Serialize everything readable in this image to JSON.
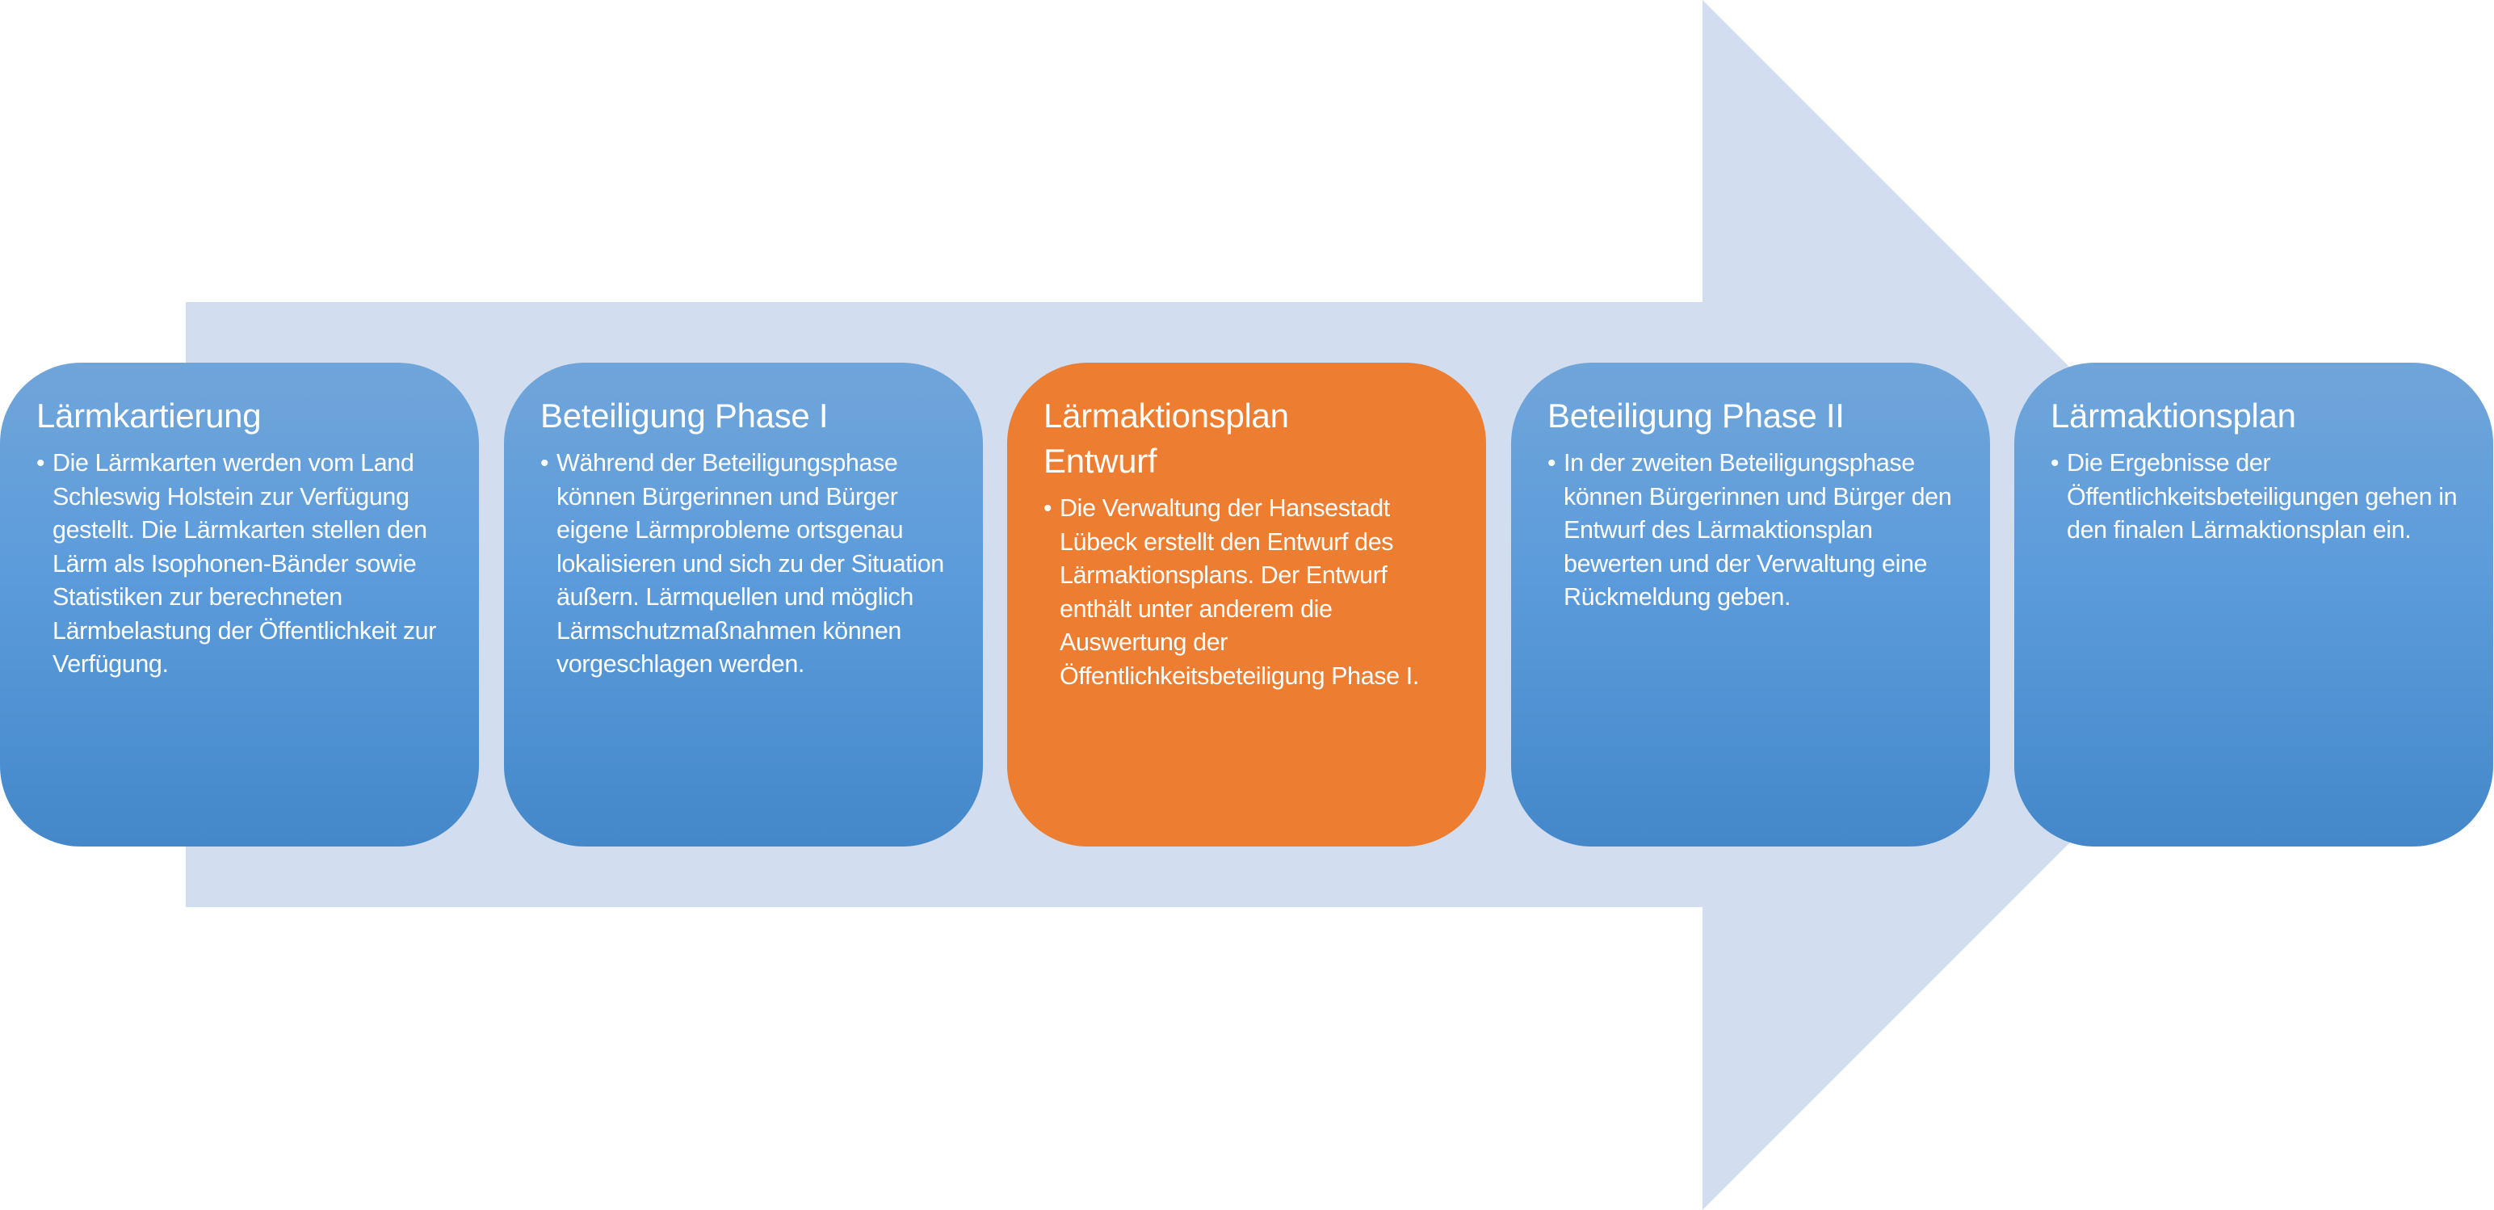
{
  "diagram": {
    "type": "process-arrow",
    "colors": {
      "arrow": "#d2deef",
      "step_blue_top": "#70a5da",
      "step_blue_bottom": "#4488ca",
      "step_highlight": "#ed7d31",
      "text": "#ffffff"
    },
    "bullet_glyph": "•",
    "steps": [
      {
        "title": "Lärmkartierung",
        "highlighted": false,
        "text": "Die Lärmkarten werden vom Land Schleswig Holstein zur Verfügung gestellt. Die Lärmkarten stellen den Lärm als Isophonen-Bänder sowie Statistiken zur berechneten Lärmbelastung der Öffentlichkeit zur Verfügung."
      },
      {
        "title": "Beteiligung Phase I",
        "highlighted": false,
        "text": "Während der Beteiligungsphase können Bürgerinnen und Bürger eigene Lärmprobleme ortsgenau lokalisieren und sich zu der Situation äußern. Lärmquellen und möglich Lärmschutzmaßnahmen können vorgeschlagen werden."
      },
      {
        "title": "Lärmaktionsplan Entwurf",
        "highlighted": true,
        "text": "Die Verwaltung der Hansestadt Lübeck erstellt den Entwurf des Lärmaktionsplans. Der Entwurf enthält unter anderem die Auswertung der Öffentlichkeitsbeteiligung Phase I."
      },
      {
        "title": "Beteiligung Phase II",
        "highlighted": false,
        "text": "In der zweiten Beteiligungsphase können Bürgerinnen und Bürger den Entwurf des Lärmaktionsplan bewerten und der Verwaltung eine Rückmeldung geben."
      },
      {
        "title": "Lärmaktionsplan",
        "highlighted": false,
        "text": "Die Ergebnisse der Öffentlichkeitsbeteiligungen gehen in den finalen Lärmaktionsplan ein."
      }
    ]
  }
}
